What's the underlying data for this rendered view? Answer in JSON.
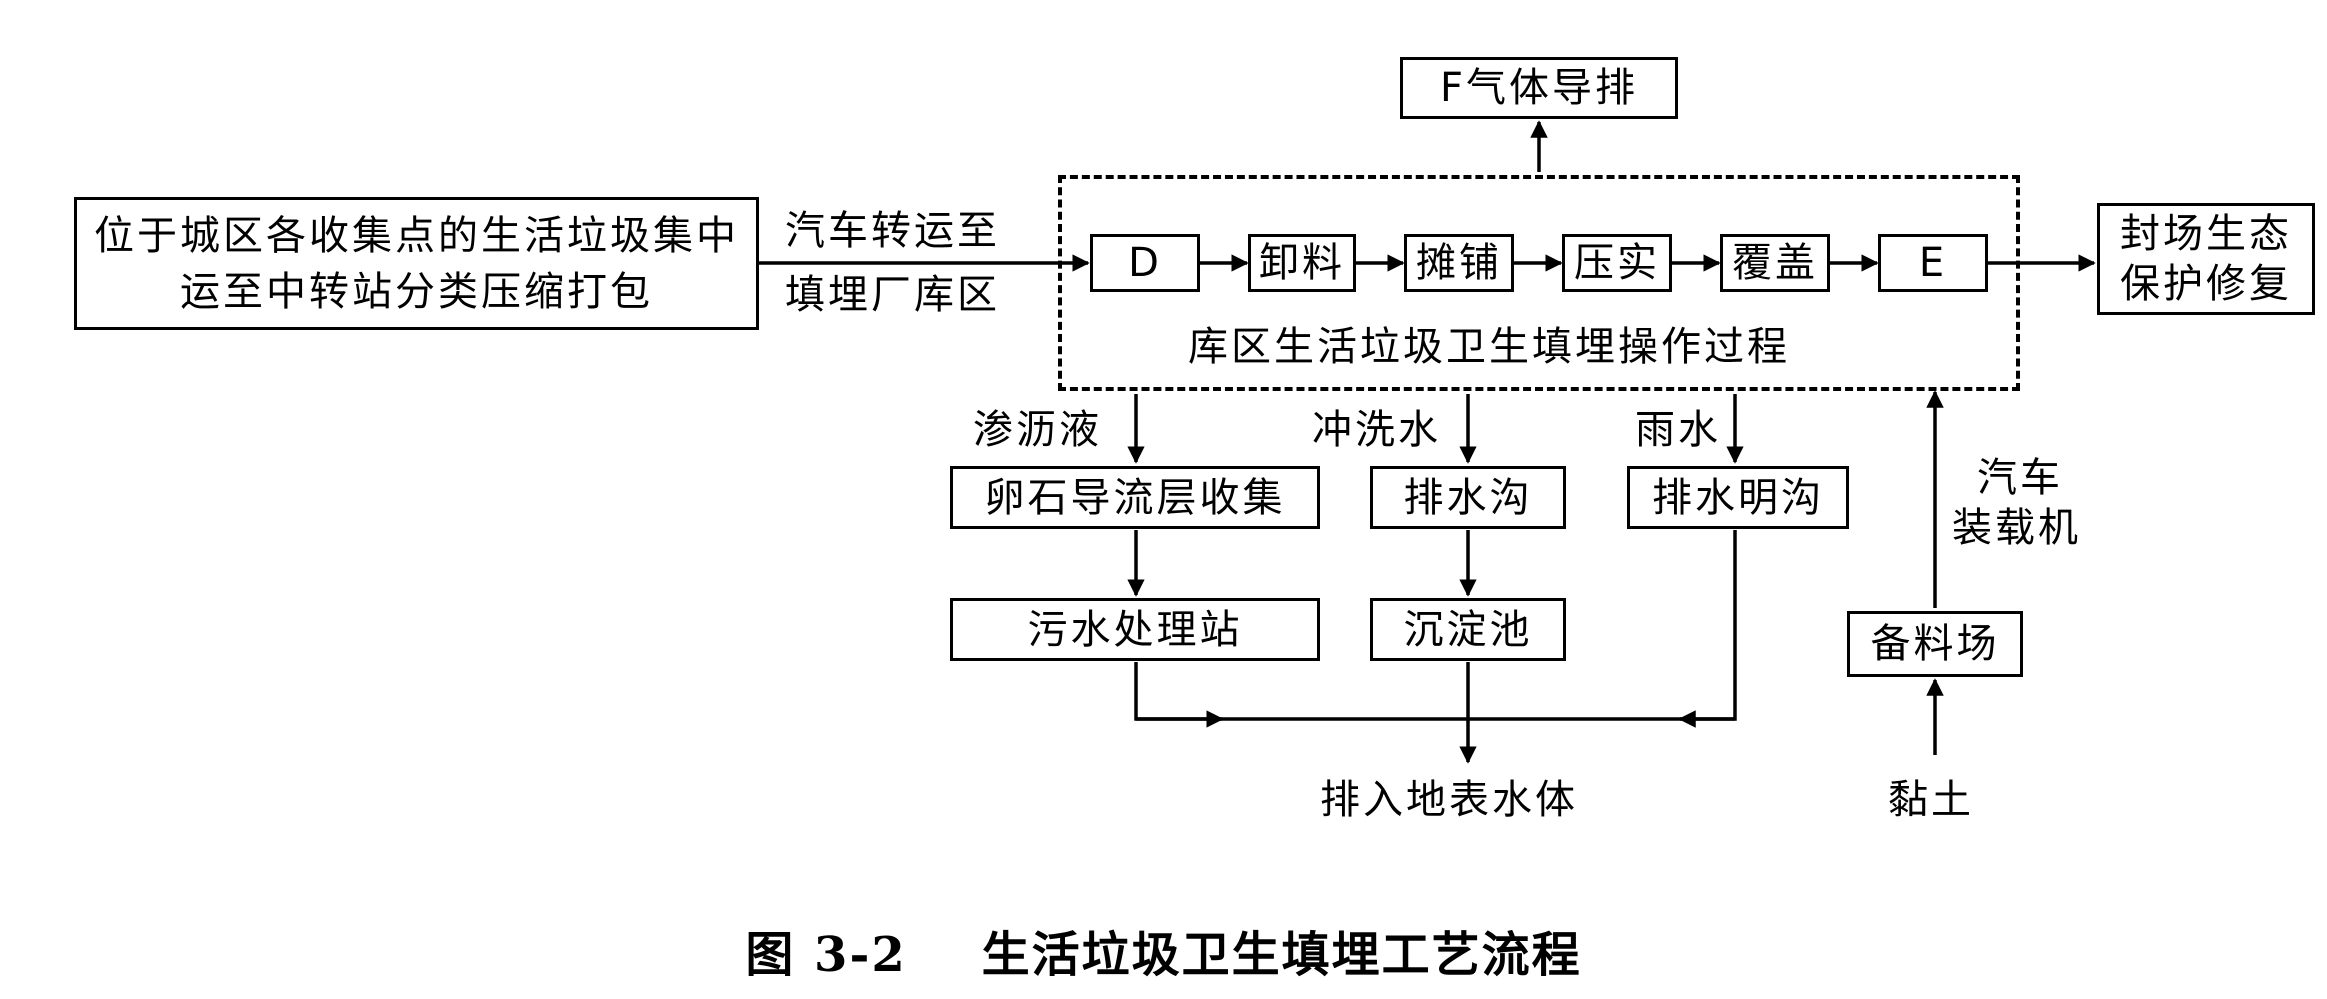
{
  "nodes": {
    "source": "位于城区各收集点的生活垃圾集中运至中转站分类压缩打包",
    "d": "D",
    "unload": "卸料",
    "spread": "摊铺",
    "compact": "压实",
    "cover": "覆盖",
    "e": "E",
    "gas": "F气体导排",
    "restore": "封场生态保护修复",
    "pebble": "卵石导流层收集",
    "sewage": "污水处理站",
    "ditch": "排水沟",
    "settle": "沉淀池",
    "open_ditch": "排水明沟",
    "stockyard": "备料场"
  },
  "labels": {
    "transport_line1": "汽车转运至",
    "transport_line2": "填埋厂库区",
    "process": "库区生活垃圾卫生填埋操作过程",
    "leachate": "渗沥液",
    "wash_water": "冲洗水",
    "rain": "雨水",
    "vehicle_line1": "汽车",
    "vehicle_line2": "装载机",
    "discharge": "排入地表水体",
    "clay": "黏土"
  },
  "caption": {
    "number": "图 3-2",
    "title": "生活垃圾卫生填埋工艺流程"
  }
}
